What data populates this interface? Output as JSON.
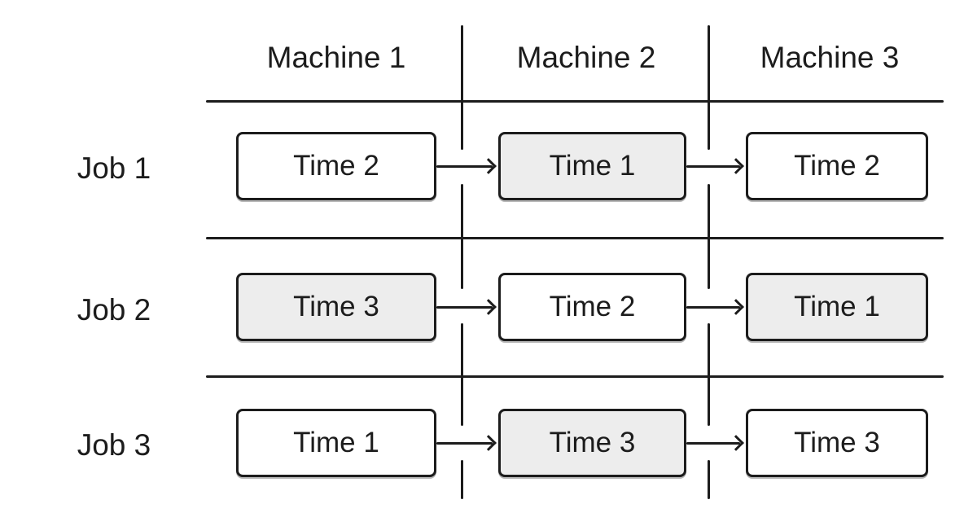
{
  "diagram": {
    "type": "job-shop-flow-grid",
    "columns": [
      "Machine 1",
      "Machine 2",
      "Machine 3"
    ],
    "rows": [
      "Job 1",
      "Job 2",
      "Job 3"
    ],
    "cells": [
      [
        {
          "label": "Time 2",
          "shaded": false
        },
        {
          "label": "Time 1",
          "shaded": true
        },
        {
          "label": "Time 2",
          "shaded": false
        }
      ],
      [
        {
          "label": "Time 3",
          "shaded": true
        },
        {
          "label": "Time 2",
          "shaded": false
        },
        {
          "label": "Time 1",
          "shaded": true
        }
      ],
      [
        {
          "label": "Time 1",
          "shaded": false
        },
        {
          "label": "Time 3",
          "shaded": true
        },
        {
          "label": "Time 3",
          "shaded": false
        }
      ]
    ],
    "colors": {
      "ink": "#1c1c1c",
      "shaded_fill": "#ededed",
      "box_fill": "#ffffff",
      "background": "#ffffff"
    }
  }
}
